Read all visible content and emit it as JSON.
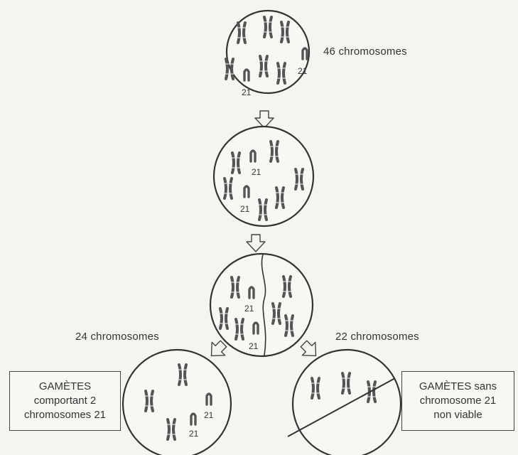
{
  "labels": {
    "top_count": "46 chromosomes",
    "left_count": "24 chromosomes",
    "right_count": "22 chromosomes",
    "chr21": "21"
  },
  "boxes": {
    "left": [
      "GAMÈTES",
      "comportant 2",
      "chromosomes 21"
    ],
    "right": [
      "GAMÈTES sans",
      "chromosome 21",
      "non viable"
    ]
  },
  "colors": {
    "ink": "#333333",
    "chromosome": "#555555",
    "background": "#f4f4f1"
  }
}
